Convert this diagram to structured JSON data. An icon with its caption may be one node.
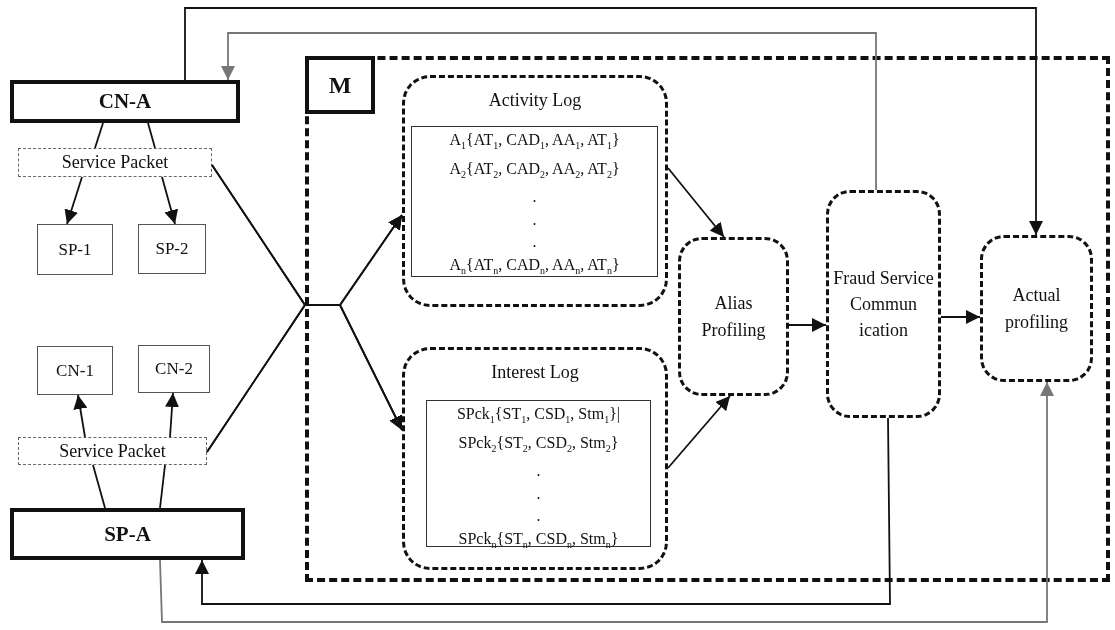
{
  "diagram": {
    "nodes": [
      {
        "text": [
          "CN-A"
        ]
      },
      {
        "text": [
          "Service Packet"
        ]
      },
      {
        "text": [
          "SP-1"
        ]
      },
      {
        "text": [
          "SP-2"
        ]
      },
      {
        "text": [
          "CN-1"
        ]
      },
      {
        "text": [
          "CN-2"
        ]
      },
      {
        "text": [
          "Service Packet"
        ]
      },
      {
        "text": [
          "SP-A"
        ]
      },
      {
        "text": [
          "M"
        ]
      },
      {
        "text": [
          "Activity Log"
        ],
        "in": 8
      },
      {
        "text": [
          "A$_{1}${AT$_{1}$, CAD$_{1}$, AA$_{1}$, AT$_{1}$}",
          "A$_{2}${AT$_{2}$, CAD$_{2}$, AA$_{2}$, AT$_{2}$}",
          ".",
          ".",
          ".",
          "A$_{n}${AT$_{n}$, CAD$_{n}$, AA$_{n}$, AT$_{n}$}"
        ],
        "in": 9
      },
      {
        "text": [
          "Interest Log"
        ],
        "in": 8
      },
      {
        "text": [
          "SPck$_{1}${ST$_{1}$, CSD$_{1}$, Stm$_{1}$}|",
          "SPck$_{2}${ST$_{2}$, CSD$_{2}$, Stm$_{2}$}",
          ".",
          ".",
          ".",
          "SPck$_{n}${ST$_{n}$, CSD$_{n}$, Stm$_{n}$}"
        ],
        "in": 11
      },
      {
        "text": [
          "Alias Profiling"
        ],
        "in": 8
      },
      {
        "text": [
          "Fraud Service Commun ication"
        ],
        "in": 8
      },
      {
        "text": [
          "Actual profiling"
        ],
        "in": 8
      }
    ],
    "edges": [
      {
        "from": 0,
        "to": 1,
        "arrow": "none"
      },
      {
        "from": 0,
        "to": 1,
        "arrow": "none"
      },
      {
        "from": 1,
        "to": 2,
        "arrow": "to"
      },
      {
        "from": 1,
        "to": 3,
        "arrow": "to"
      },
      {
        "from": 6,
        "to": 4,
        "arrow": "to"
      },
      {
        "from": 6,
        "to": 5,
        "arrow": "to"
      },
      {
        "from": 7,
        "to": 6,
        "arrow": "none"
      },
      {
        "from": 7,
        "to": 6,
        "arrow": "none"
      },
      {
        "from": 1,
        "to": 9,
        "arrow": "to"
      },
      {
        "from": 1,
        "to": 11,
        "arrow": "to"
      },
      {
        "from": 6,
        "to": 9,
        "arrow": "to"
      },
      {
        "from": 6,
        "to": 11,
        "arrow": "to"
      },
      {
        "from": 9,
        "to": 13,
        "arrow": "to"
      },
      {
        "from": 11,
        "to": 13,
        "arrow": "to"
      },
      {
        "from": 13,
        "to": 14,
        "arrow": "to"
      },
      {
        "from": 14,
        "to": 15,
        "arrow": "to"
      },
      {
        "from": 0,
        "to": 15,
        "arrow": "to"
      },
      {
        "from": 14,
        "to": 0,
        "arrow": "to",
        "color": "#777777"
      },
      {
        "from": 14,
        "to": 7,
        "arrow": "to"
      },
      {
        "from": 7,
        "to": 15,
        "arrow": "to",
        "color": "#777777"
      }
    ]
  }
}
